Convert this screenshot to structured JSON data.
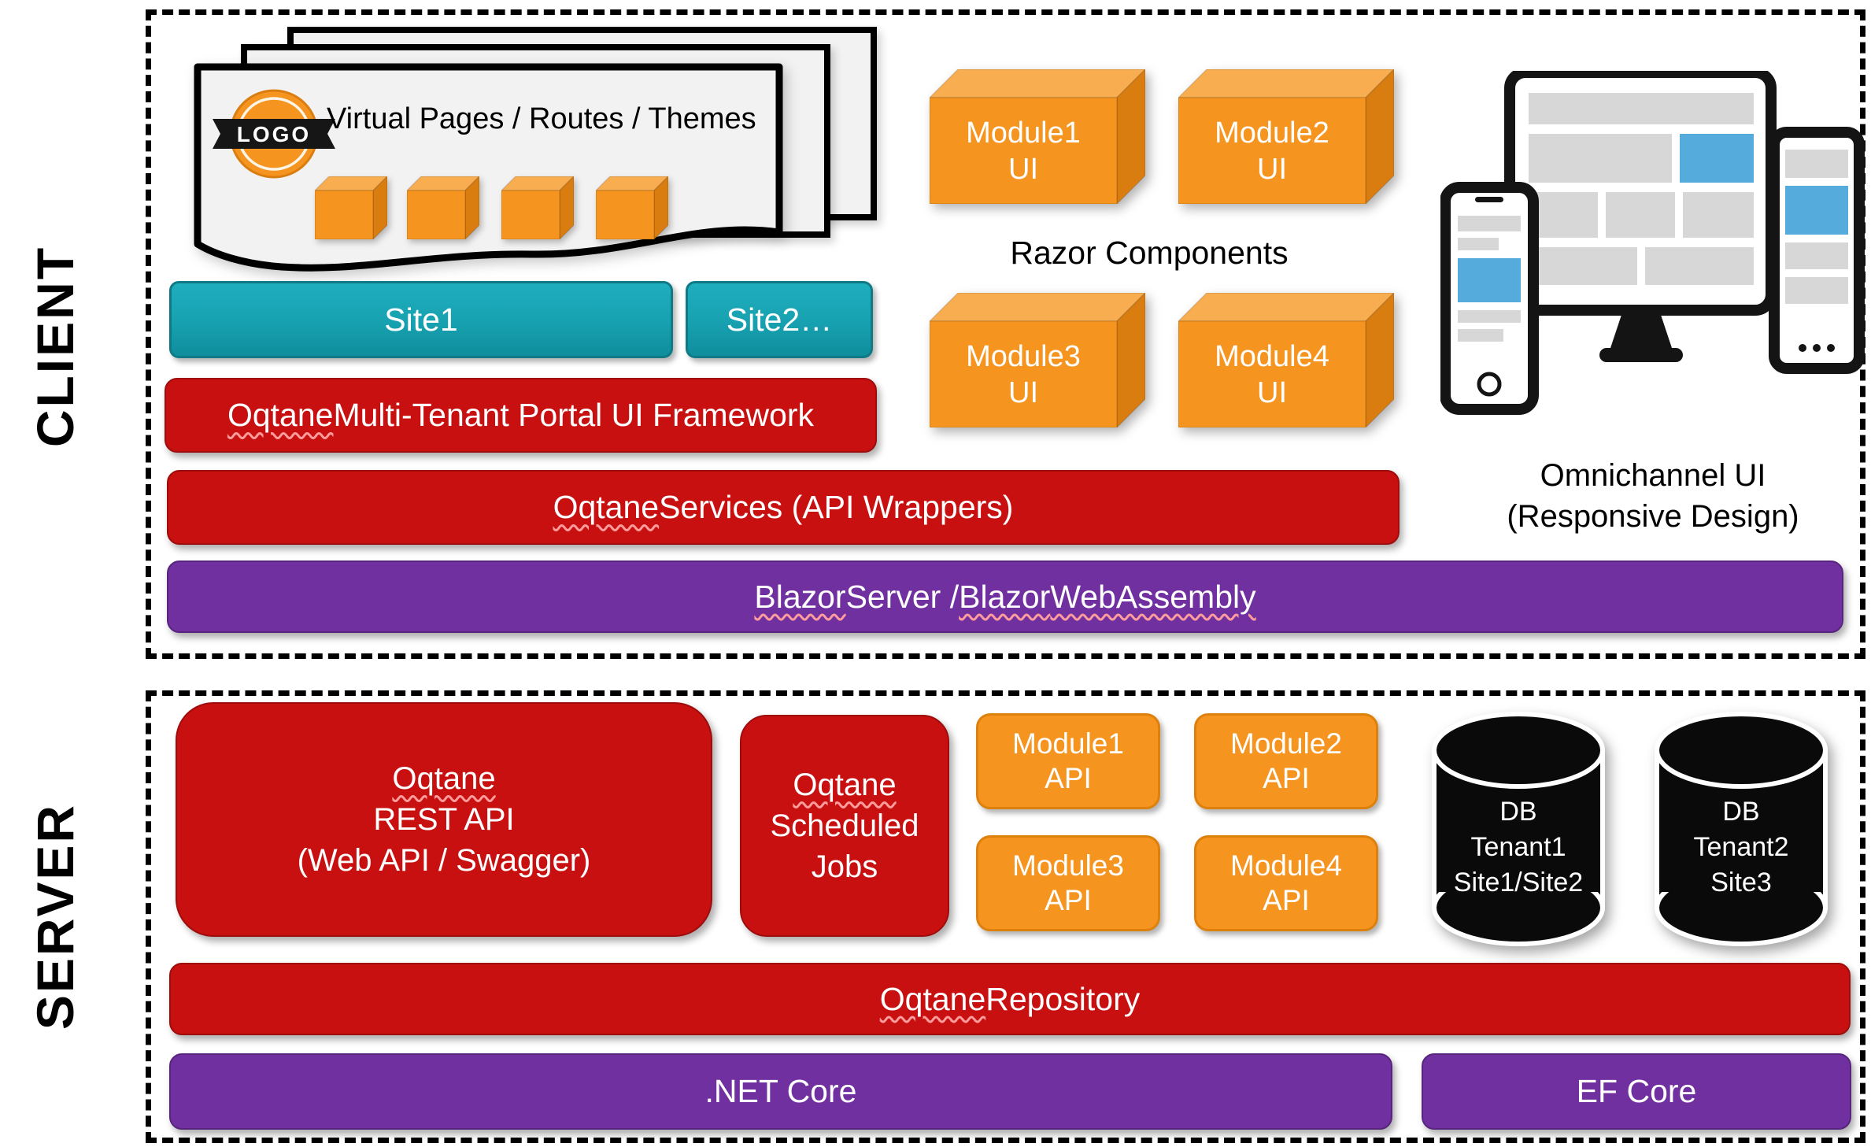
{
  "colors": {
    "red": "#C81010",
    "red_border": "#9E0C0C",
    "purple": "#7030A0",
    "purple_border": "#58257E",
    "teal": "#17A1B0",
    "teal_border": "#0F7986",
    "orange": "#F5941F",
    "orange_top": "#F8AE50",
    "orange_side": "#DA7D10",
    "orange_border": "#DD800C",
    "device_blue": "#55ACDC",
    "page_fill": "#F2F2F2"
  },
  "client": {
    "section_label": "CLIENT",
    "pages_card": {
      "logo_text": "LOGO",
      "title": "Virtual Pages / Routes / Themes"
    },
    "site_buttons": [
      {
        "label": "Site1"
      },
      {
        "label": "Site2…"
      }
    ],
    "portal_bar_segments": [
      {
        "t": "Oqtane",
        "u": true
      },
      {
        "t": " Multi-Tenant Portal UI Framework"
      }
    ],
    "services_bar_segments": [
      {
        "t": "Oqtane",
        "u": true
      },
      {
        "t": " Services (API Wrappers)"
      }
    ],
    "blazor_bar_segments": [
      {
        "t": "Blazor",
        "u": true
      },
      {
        "t": " Server / "
      },
      {
        "t": "Blazor",
        "u": true
      },
      {
        "t": " "
      },
      {
        "t": "WebAssembly",
        "u": true
      }
    ],
    "razor_components_label": "Razor Components",
    "module_ui_cubes": [
      {
        "lines": [
          {
            "t": "Module1"
          },
          {
            "t": "UI"
          }
        ]
      },
      {
        "lines": [
          {
            "t": "Module2"
          },
          {
            "t": "UI"
          }
        ]
      },
      {
        "lines": [
          {
            "t": "Module3"
          },
          {
            "t": "UI"
          }
        ]
      },
      {
        "lines": [
          {
            "t": "Module4"
          },
          {
            "t": "UI"
          }
        ]
      }
    ],
    "omnichannel_caption": {
      "lines": [
        {
          "t": "Omnichannel UI"
        },
        {
          "t": "(Responsive Design)"
        }
      ]
    }
  },
  "server": {
    "section_label": "SERVER",
    "rest_api_box": {
      "lines": [
        {
          "t": "Oqtane",
          "u": true
        },
        {
          "t": "REST API"
        },
        {
          "t": "(Web API / Swagger)"
        }
      ]
    },
    "scheduled_jobs_box": {
      "lines": [
        {
          "t": "Oqtane",
          "u": true
        },
        {
          "t": "Scheduled"
        },
        {
          "t": "Jobs"
        }
      ]
    },
    "module_api_boxes": [
      {
        "lines": [
          {
            "t": "Module1"
          },
          {
            "t": "API"
          }
        ]
      },
      {
        "lines": [
          {
            "t": "Module2"
          },
          {
            "t": "API"
          }
        ]
      },
      {
        "lines": [
          {
            "t": "Module3"
          },
          {
            "t": "API"
          }
        ]
      },
      {
        "lines": [
          {
            "t": "Module4"
          },
          {
            "t": "API"
          }
        ]
      }
    ],
    "databases": [
      {
        "lines": [
          {
            "t": "DB"
          },
          {
            "t": "Tenant1"
          },
          {
            "t": "Site1/Site2"
          }
        ]
      },
      {
        "lines": [
          {
            "t": "DB"
          },
          {
            "t": "Tenant2"
          },
          {
            "t": "Site3"
          }
        ]
      }
    ],
    "repository_bar_segments": [
      {
        "t": "Oqtane",
        "u": true
      },
      {
        "t": " Repository"
      }
    ],
    "dotnet_bar_label": ".NET Core",
    "efcore_bar_label": "EF Core"
  }
}
